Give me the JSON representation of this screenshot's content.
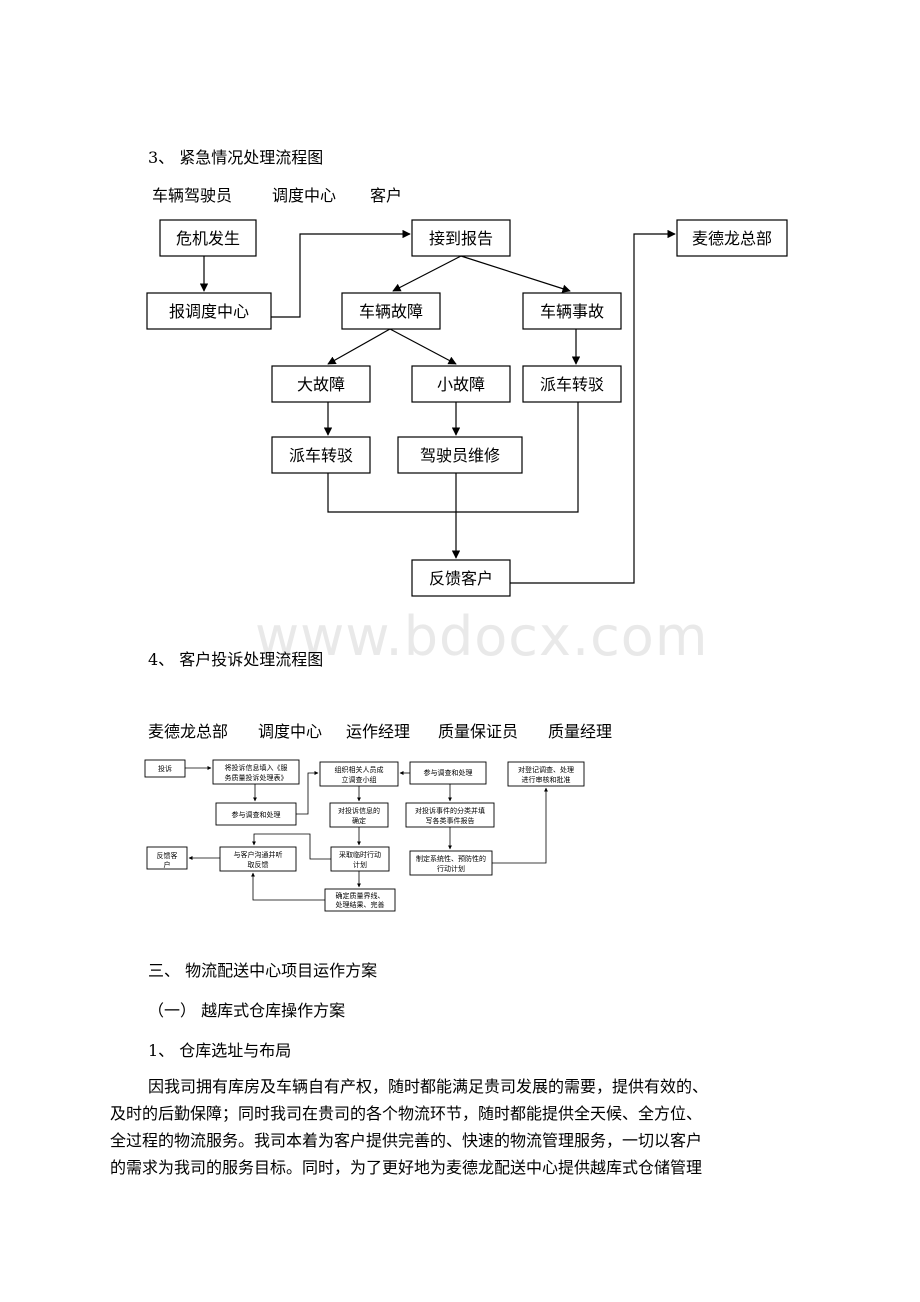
{
  "watermark": "www.bdocx.com",
  "section3": {
    "title": "3、 紧急情况处理流程图",
    "roles": [
      "车辆驾驶员",
      "调度中心",
      "客户"
    ],
    "nodes": {
      "crisis": "危机发生",
      "report_dispatch": "报调度中心",
      "receive_report": "接到报告",
      "mcd_hq": "麦德龙总部",
      "vehicle_fault": "车辆故障",
      "vehicle_accident": "车辆事故",
      "major_fault": "大故障",
      "minor_fault": "小故障",
      "dispatch_transfer_a": "派车转驳",
      "dispatch_transfer_b": "派车转驳",
      "driver_repair": "驾驶员维修",
      "feedback_customer": "反馈客户"
    }
  },
  "section4": {
    "title": "4、 客户投诉处理流程图",
    "roles": [
      "麦德龙总部",
      "调度中心",
      "运作经理",
      "质量保证员",
      "质量经理"
    ],
    "nodes": {
      "complaint": "投诉",
      "fill_form": [
        "将投诉信息填入《服",
        "务质量投诉处理表》"
      ],
      "participate_a": "参与调查和处理",
      "communicate": [
        "与客户沟通并听",
        "取反馈"
      ],
      "feedback": [
        "反馈客",
        "户"
      ],
      "organize": [
        "组织相关人员成",
        "立调查小组"
      ],
      "confirm": [
        "对投诉信息的",
        "确定"
      ],
      "temp_action": [
        "采取临时行动",
        "计划"
      ],
      "determine": [
        "确定质量界线、",
        "处理结果、完善"
      ],
      "participate_b": "参与调查和处理",
      "classify": [
        "对投诉事件的分类并填",
        "写各类事件报告"
      ],
      "plan": [
        "制定系统性、预防性的",
        "行动计划"
      ],
      "review": [
        "对登记调查、处理",
        "进行审核和批准"
      ]
    }
  },
  "section_three": {
    "heading": "三、 物流配送中心项目运作方案",
    "sub1": "（一） 越库式仓库操作方案",
    "sub2": "1、 仓库选址与布局",
    "paragraph_lines": [
      "因我司拥有库房及车辆自有产权，随时都能满足贵司发展的需要，提供有效的、",
      "及时的后勤保障；同时我司在贵司的各个物流环节，随时都能提供全天候、全方位、",
      "全过程的物流服务。我司本着为客户提供完善的、快速的物流管理服务，一切以客户",
      "的需求为我司的服务目标。同时，为了更好地为麦德龙配送中心提供越库式仓储管理"
    ]
  }
}
